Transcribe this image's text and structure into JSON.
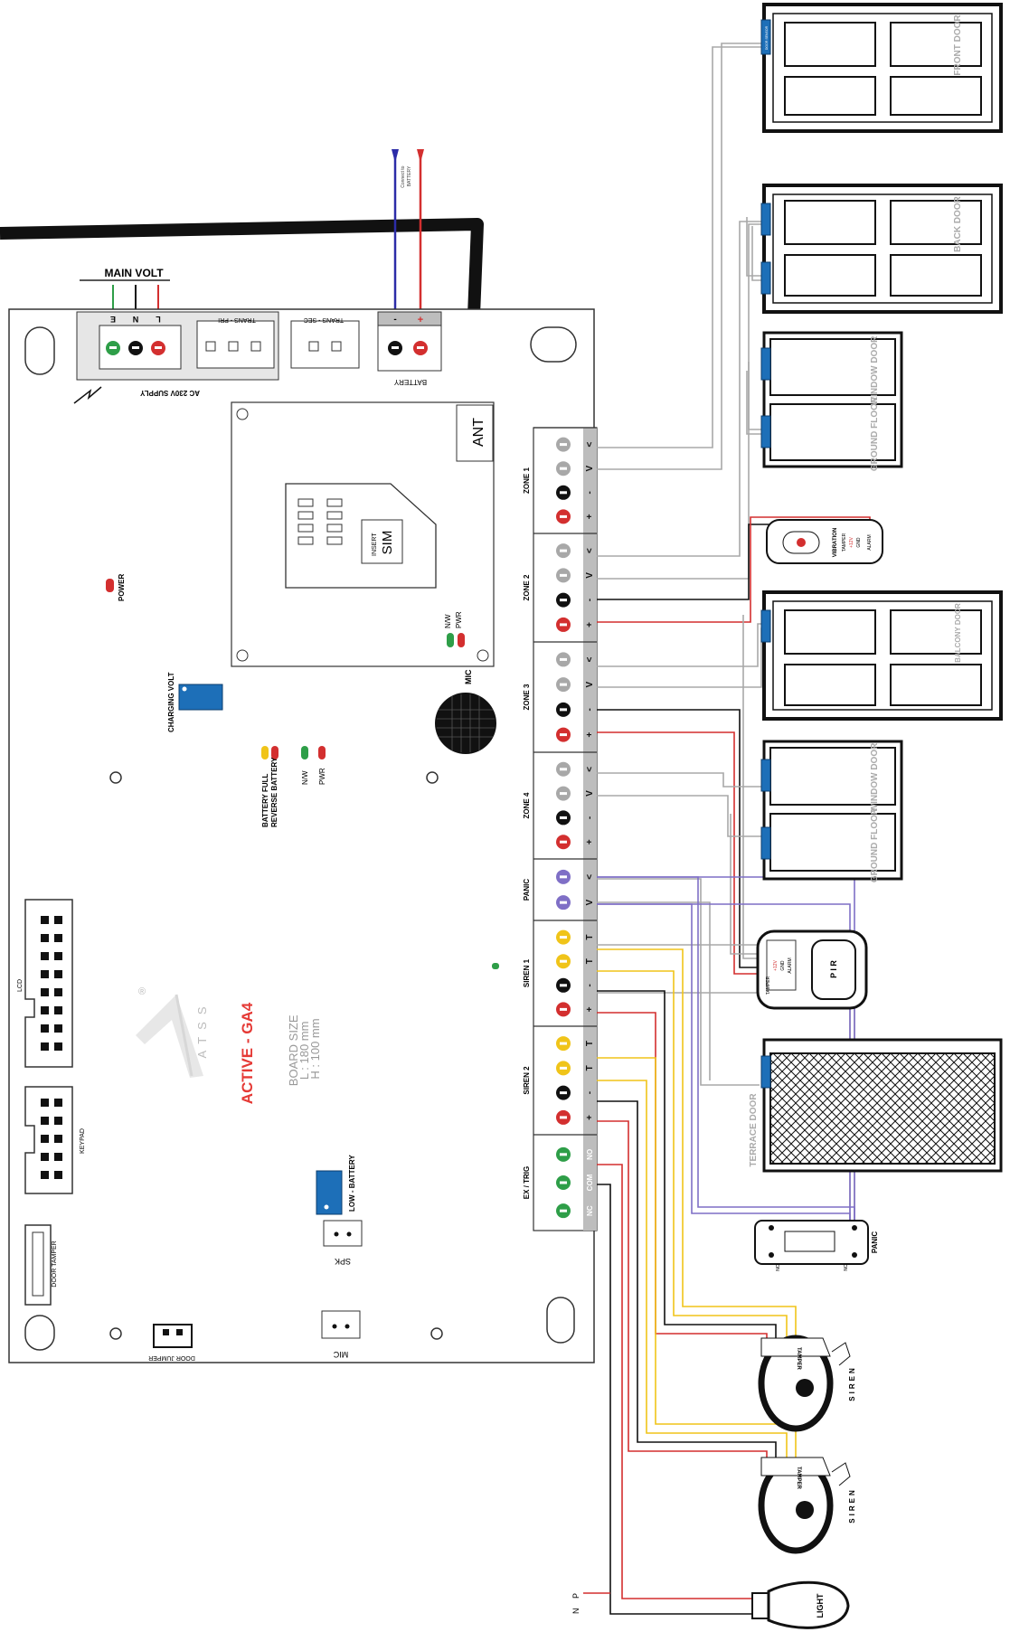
{
  "main_volt": "MAIN VOLT",
  "power_terminals": [
    "E",
    "N",
    "L"
  ],
  "supply_label": "AC 230V SUPPLY",
  "trans_pri": "TRANS - PRI",
  "trans_sec": "TRANS - SEC",
  "battery_label": "BATTERY",
  "battery_pins": [
    "-",
    "+"
  ],
  "battery_note": [
    "Connect to",
    "BATTERY"
  ],
  "antenna": "ANT",
  "sim_label": [
    "INSERT",
    "SIM"
  ],
  "gsm_leds": [
    "N/W",
    "PWR"
  ],
  "mic_label": "MIC",
  "power_led": "POWER",
  "charging_volt": "CHARGING VOLT",
  "battery_leds": [
    "BATTERY FULL",
    "REVERSE BATTERY"
  ],
  "nw_pwr": [
    "N/W",
    "PWR"
  ],
  "lcd": "LCD",
  "keypad": "KEYPAD",
  "brand": "ATSS",
  "registered": "®",
  "model": "ACTIVE - GA4",
  "board_size": [
    "BOARD SIZE",
    "L : 180 mm",
    "H : 100 mm"
  ],
  "low_battery": "LOW - BATTERY",
  "spk": "SPK",
  "mic_bottom": "MIC",
  "door_tamper": "DOOR TAMPER",
  "door_jumper": "DOOR JUMPER",
  "terminal_groups": [
    {
      "name": "ZONE 1",
      "pins": [
        "<",
        "V",
        "-",
        "+"
      ]
    },
    {
      "name": "ZONE 2",
      "pins": [
        "<",
        "V",
        "-",
        "+"
      ]
    },
    {
      "name": "ZONE 3",
      "pins": [
        "<",
        "V",
        "-",
        "+"
      ]
    },
    {
      "name": "ZONE 4",
      "pins": [
        "<",
        "V",
        "-",
        "+"
      ]
    },
    {
      "name": "PANIC",
      "pins": [
        "<",
        "V"
      ]
    },
    {
      "name": "SIREN 1",
      "pins": [
        "T",
        "T",
        "-",
        "+"
      ]
    },
    {
      "name": "SIREN 2",
      "pins": [
        "T",
        "T",
        "-",
        "+"
      ]
    },
    {
      "name": "EX / TRIG",
      "pins": [
        "NO",
        "COM",
        "NC"
      ]
    }
  ],
  "door_sensor": "DOOR SENSOR",
  "doors": [
    "FRONT DOOR",
    "BACK DOOR",
    "WINDOW DOOR",
    "GROUND FLOOR",
    "BALCONY DOOR",
    "WINDOW DOOR",
    "GROUND FLOOR",
    "TERRACE DOOR"
  ],
  "vibration": [
    "VIBRATION",
    "TAMPER",
    "+12V",
    "GND",
    "ALARM"
  ],
  "pir": "P I R",
  "pir_pins": [
    "ALARM",
    "GND",
    "+12V",
    "TAMPER"
  ],
  "panic_button": "PANIC",
  "panic_pins": [
    "NO",
    "NC"
  ],
  "siren_label": "SIREN",
  "tamper": "TAMPER",
  "light": "LIGHT",
  "np": [
    "N",
    "P"
  ],
  "colors": {
    "red": "#d32f2f",
    "green": "#2e9e48",
    "black": "#111111",
    "grey": "#a8a8a8",
    "yellow": "#f0c419",
    "purple": "#7f6fc6",
    "blue": "#2c2ca8",
    "accent": "#e53935",
    "jumper": "#1d6fb8"
  }
}
